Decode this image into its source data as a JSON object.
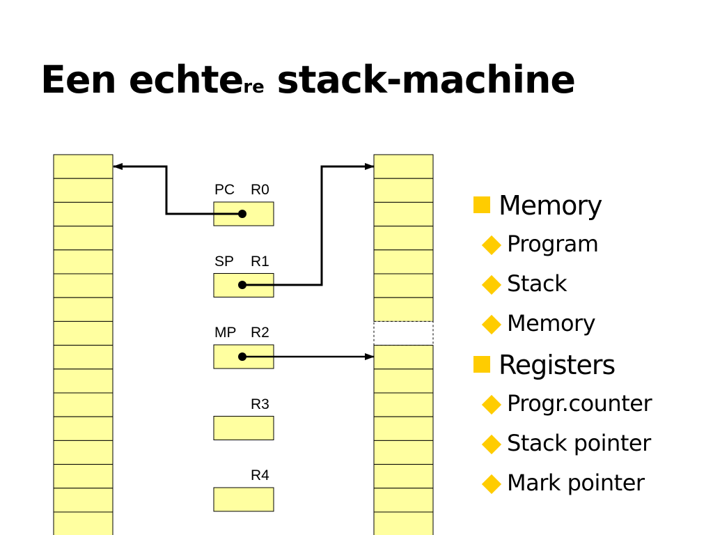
{
  "title": {
    "main": "Een echte",
    "sub": "re",
    "rest": " stack-machine"
  },
  "colors": {
    "cell_fill": "#ffffa0",
    "bullet": "#ffcc00",
    "line": "#000000"
  },
  "left_memory": {
    "cells": 16
  },
  "right_memory": {
    "cells": 16,
    "dashed_cell_index": 7
  },
  "registers": [
    {
      "alias": "PC",
      "name": "R0"
    },
    {
      "alias": "SP",
      "name": "R1"
    },
    {
      "alias": "MP",
      "name": "R2"
    },
    {
      "alias": "",
      "name": "R3"
    },
    {
      "alias": "",
      "name": "R4"
    }
  ],
  "bullets": [
    {
      "label": "Memory",
      "children": [
        "Program",
        "Stack",
        "Memory"
      ]
    },
    {
      "label": "Registers",
      "children": [
        "Progr.counter",
        "Stack pointer",
        "Mark pointer"
      ]
    }
  ],
  "icons": {
    "level1": "yellow-square-bullet-icon",
    "level2": "yellow-diamond-bullet-icon"
  }
}
